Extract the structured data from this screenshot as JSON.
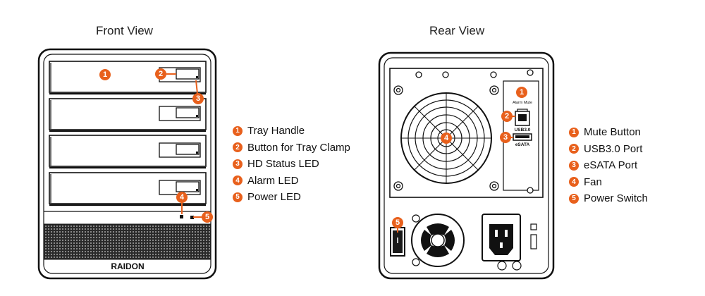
{
  "front": {
    "title": "Front View",
    "brand": "RAIDON",
    "legend": [
      {
        "n": "1",
        "label": "Tray Handle"
      },
      {
        "n": "2",
        "label": "Button for Tray Clamp"
      },
      {
        "n": "3",
        "label": "HD Status LED"
      },
      {
        "n": "4",
        "label": "Alarm LED"
      },
      {
        "n": "5",
        "label": "Power LED"
      }
    ],
    "callouts": [
      "1",
      "2",
      "3",
      "4",
      "5"
    ]
  },
  "rear": {
    "title": "Rear View",
    "port_labels": {
      "mute": "Alarm Mute",
      "usb": "USB3.0",
      "esata": "eSATA"
    },
    "legend": [
      {
        "n": "1",
        "label": "Mute Button"
      },
      {
        "n": "2",
        "label": "USB3.0 Port"
      },
      {
        "n": "3",
        "label": "eSATA Port"
      },
      {
        "n": "4",
        "label": "Fan"
      },
      {
        "n": "5",
        "label": "Power Switch"
      }
    ],
    "callouts": [
      "1",
      "2",
      "3",
      "4",
      "5"
    ]
  },
  "colors": {
    "accent": "#e8601c",
    "outline": "#111111"
  }
}
